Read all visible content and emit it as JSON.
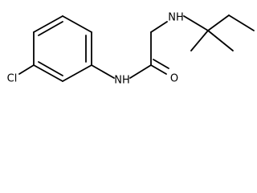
{
  "molecule": {
    "atoms": {
      "chlorine": "Cl",
      "amide_nitrogen": "NH",
      "carbonyl_oxygen": "O",
      "amine_nitrogen": "NH"
    }
  }
}
